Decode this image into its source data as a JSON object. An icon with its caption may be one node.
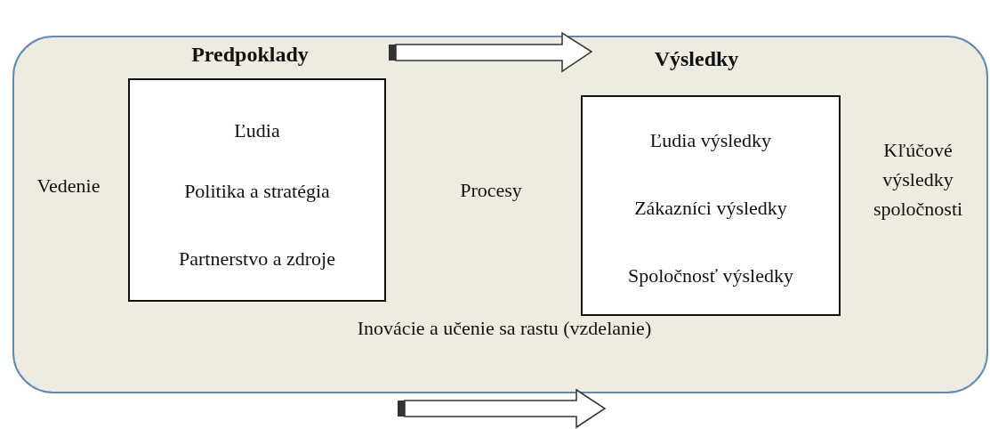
{
  "diagram": {
    "nodes": [
      {
        "text": [],
        "shape": "box"
      },
      {
        "text": [
          "Predpoklady",
          "Ľudia",
          "Politika a stratégia",
          "Partnerstvo a zdroje"
        ],
        "in": 0
      },
      {
        "text": [
          "Výsledky",
          "Ľudia výsledky",
          "Zákazníci výsledky",
          "Spoločnosť výsledky"
        ],
        "in": 0
      }
    ],
    "edges": [],
    "labels": [
      "Vedenie",
      "Procesy",
      "Kľúčové výsledky spoločnosti",
      "Inovácie a učenie sa rastu (vzdelanie)"
    ]
  }
}
